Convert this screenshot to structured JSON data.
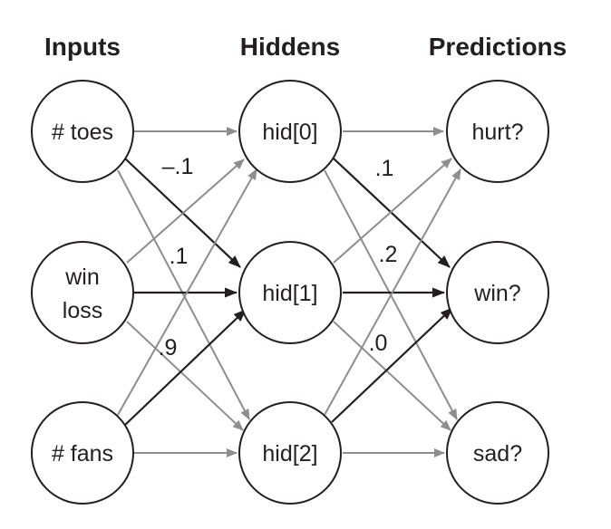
{
  "headers": {
    "inputs": "Inputs",
    "hiddens": "Hiddens",
    "predictions": "Predictions"
  },
  "nodes": {
    "toes": {
      "lines": [
        "# toes"
      ]
    },
    "winloss": {
      "lines": [
        "win",
        "loss"
      ]
    },
    "fans": {
      "lines": [
        "# fans"
      ]
    },
    "hid0": {
      "lines": [
        "hid[0]"
      ]
    },
    "hid1": {
      "lines": [
        "hid[1]"
      ]
    },
    "hid2": {
      "lines": [
        "hid[2]"
      ]
    },
    "hurt": {
      "lines": [
        "hurt?"
      ]
    },
    "win": {
      "lines": [
        "win?"
      ]
    },
    "sad": {
      "lines": [
        "sad?"
      ]
    }
  },
  "weights": {
    "toes_hid1": "–.1",
    "winloss_hid1": ".1",
    "fans_hid1": ".9",
    "hid0_win": ".1",
    "hid1_win": ".2",
    "hid2_win": ".0"
  },
  "colors": {
    "ink": "#231f20",
    "gray_edge": "#8e8e8e"
  }
}
